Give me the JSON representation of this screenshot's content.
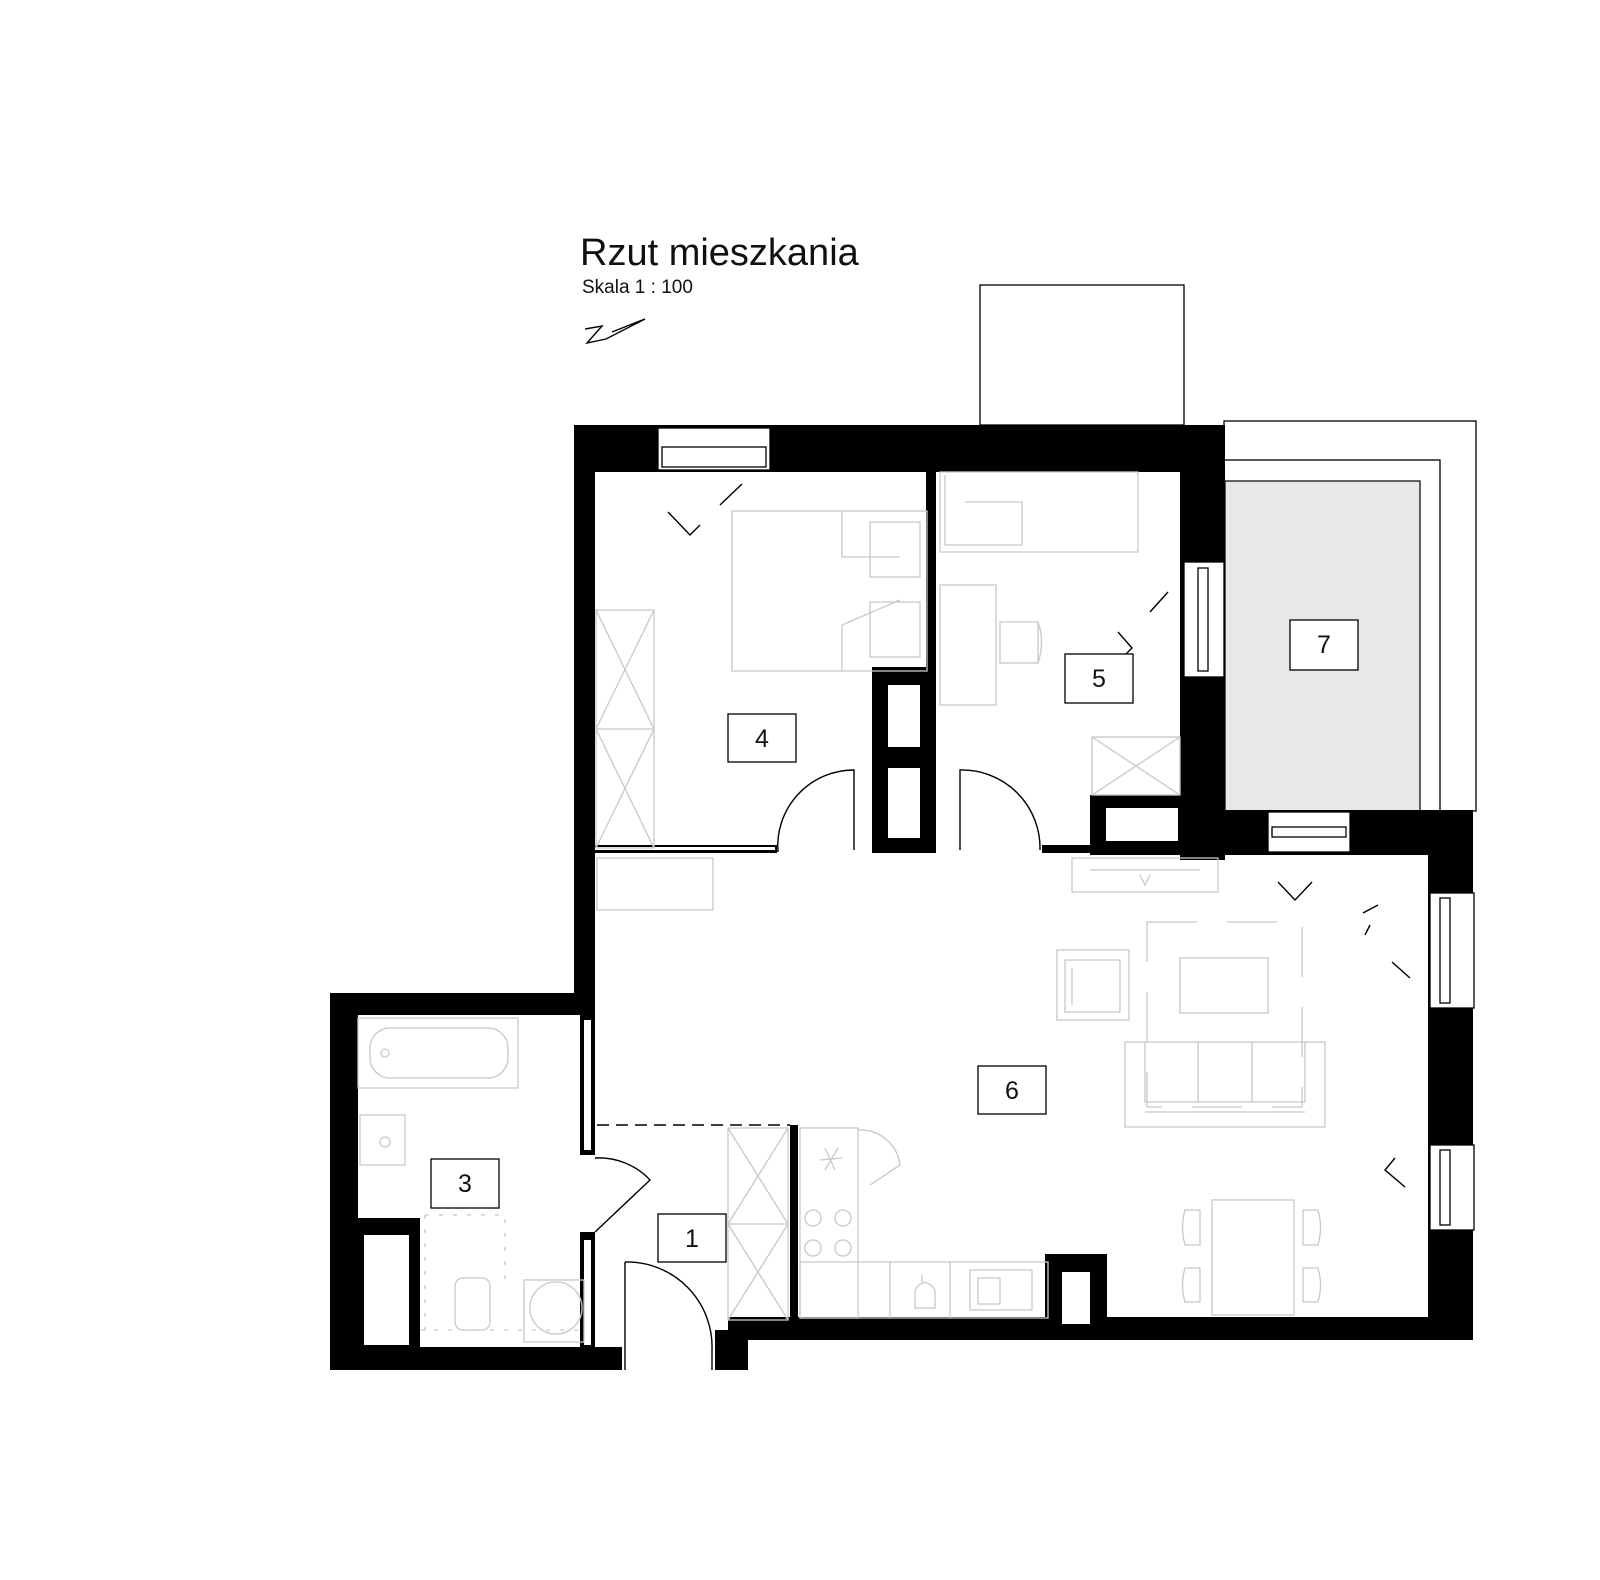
{
  "title": "Rzut mieszkania",
  "scale_label": "Skala  1 : 100",
  "colors": {
    "walls": "#000000",
    "terrace_fill": "#e8e8e8",
    "furniture": "#c8c8c8",
    "background": "#ffffff"
  },
  "rooms": [
    {
      "id": "room-1",
      "number": "1"
    },
    {
      "id": "room-3",
      "number": "3"
    },
    {
      "id": "room-4",
      "number": "4"
    },
    {
      "id": "room-5",
      "number": "5"
    },
    {
      "id": "room-6",
      "number": "6"
    },
    {
      "id": "room-7",
      "number": "7"
    }
  ],
  "icons": {
    "north_arrow": "north-arrow-icon"
  }
}
